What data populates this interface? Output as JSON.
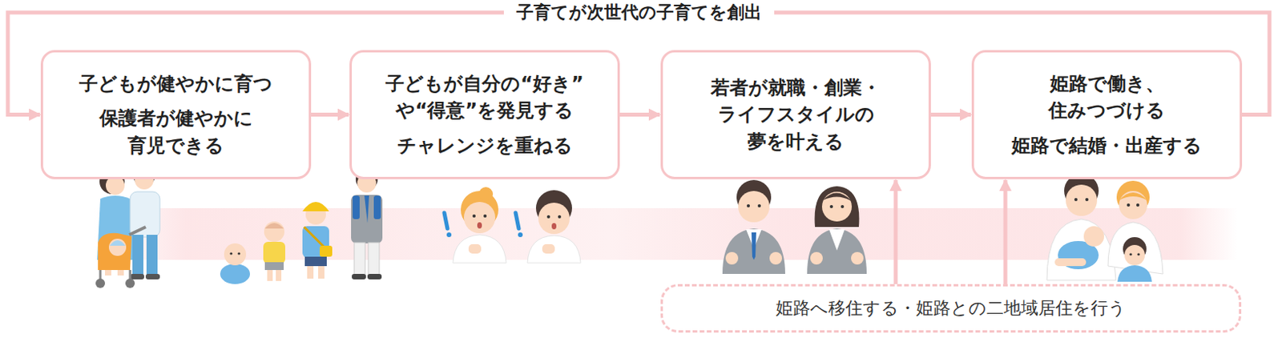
{
  "diagram": {
    "nodes": [
      {
        "text": [
          "子どもが健やかに育つ",
          "保護者が健やかに 育児できる"
        ]
      },
      {
        "text": [
          "子どもが自分の“好き” や“得意”を発見する",
          "チャレンジを重ねる"
        ]
      },
      {
        "text": [
          "若者が就職・創業・ ライフスタイルの 夢を叶える"
        ]
      },
      {
        "text": [
          "姫路で働き、 住みつづける",
          "姫路で結婚・出産する"
        ]
      },
      {
        "text": [
          "姫路へ移住する・姫路との二地域居住を行う"
        ]
      }
    ],
    "edges": [
      {
        "from": 0,
        "to": 1,
        "arrow": "to"
      },
      {
        "from": 1,
        "to": 2,
        "arrow": "to"
      },
      {
        "from": 2,
        "to": 3,
        "arrow": "to"
      },
      {
        "from": 3,
        "to": 0,
        "arrow": "to",
        "label": "子育てが次世代の子育てを創出"
      },
      {
        "from": 4,
        "to": 2,
        "arrow": "to"
      },
      {
        "from": 4,
        "to": 3,
        "arrow": "to"
      }
    ]
  }
}
